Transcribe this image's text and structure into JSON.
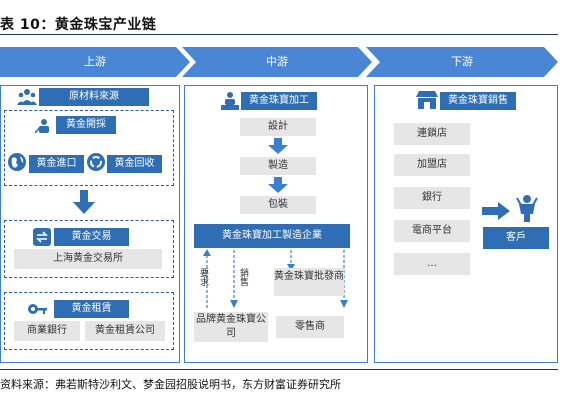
{
  "title": "表 10：黄金珠宝产业链",
  "source": "资料来源：弗若斯特沙利文、梦金园招股说明书，东方财富证券研究所",
  "colors": {
    "primary": "#2f6eb5",
    "chevron": "#4a86d4",
    "gray": "#e6e6e6",
    "border": "#3f7ec8"
  },
  "stages": {
    "upstream": "上游",
    "midstream": "中游",
    "downstream": "下游"
  },
  "upstream": {
    "header": "原材料來源",
    "mining": "黄金開採",
    "import": "黄金進口",
    "recycle": "黄金回收",
    "exchange": "黄金交易",
    "exchange_place": "上海黄金交易所",
    "leasing": "黄金租賃",
    "bank": "商業銀行",
    "lease_company": "黄金租賃公司"
  },
  "midstream": {
    "header": "黄金珠寶加工",
    "design": "設計",
    "manufacture": "製造",
    "packaging": "包裝",
    "enterprise": "黄金珠寶加工製造企業",
    "demand": "要求",
    "sales": "銷售",
    "brand_company": "品牌黄金珠寶公司",
    "wholesaler": "黄金珠寶批發商",
    "retailer": "零售商"
  },
  "downstream": {
    "header": "黄金珠寶銷售",
    "channels": [
      "連鎖店",
      "加盟店",
      "銀行",
      "電商平台",
      "..."
    ],
    "customer": "客戶"
  }
}
